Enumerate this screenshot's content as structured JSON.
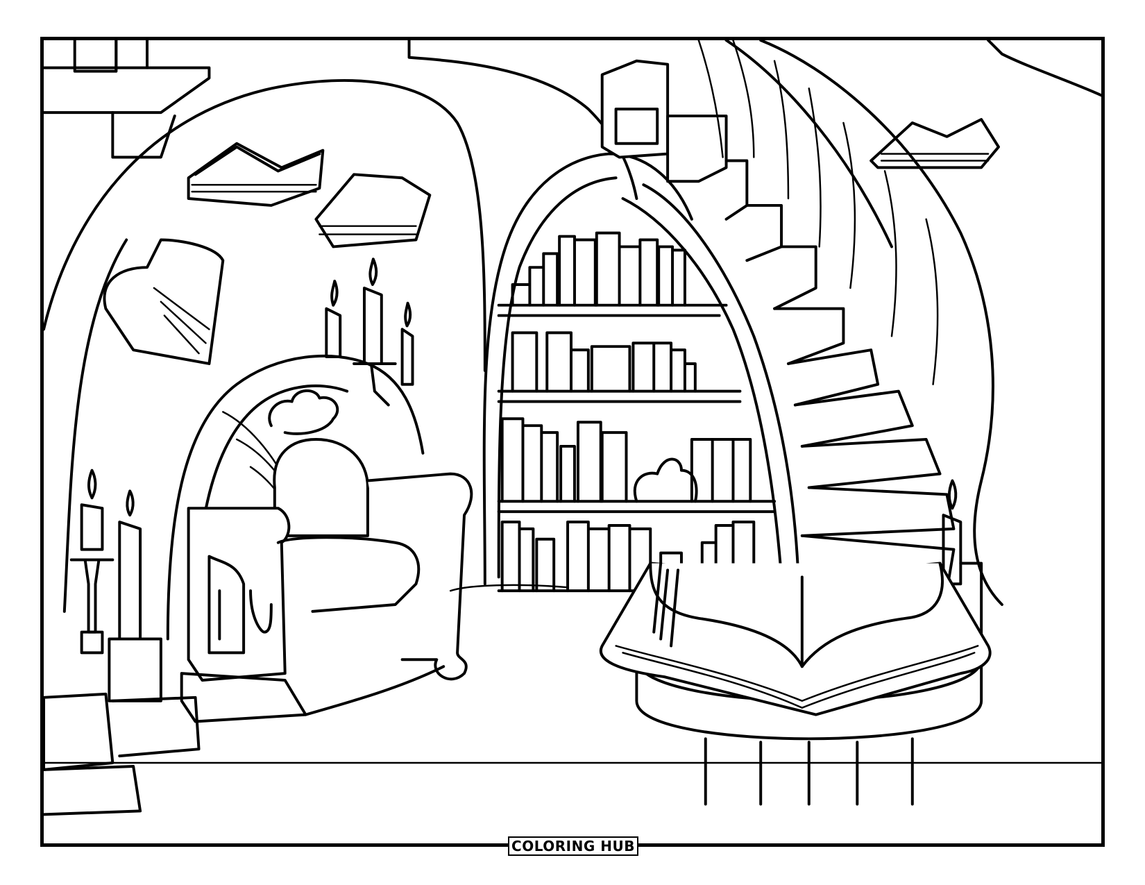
{
  "page": {
    "type": "coloring-page",
    "subject": "cozy library interior with spiral staircase, armchair, candles, floating books, bookshelf and open book on round table",
    "style": "black line art on white"
  },
  "watermark": {
    "label": "COLORING HUB"
  },
  "colors": {
    "background": "#ffffff",
    "line": "#000000"
  },
  "illustration": {
    "elements": [
      "stone-wall-top-left",
      "floating-books",
      "arched-alcove",
      "bookshelf",
      "spiral-staircase",
      "armchair",
      "candelabra",
      "candles-left",
      "round-table",
      "open-book",
      "book-top-right"
    ]
  }
}
